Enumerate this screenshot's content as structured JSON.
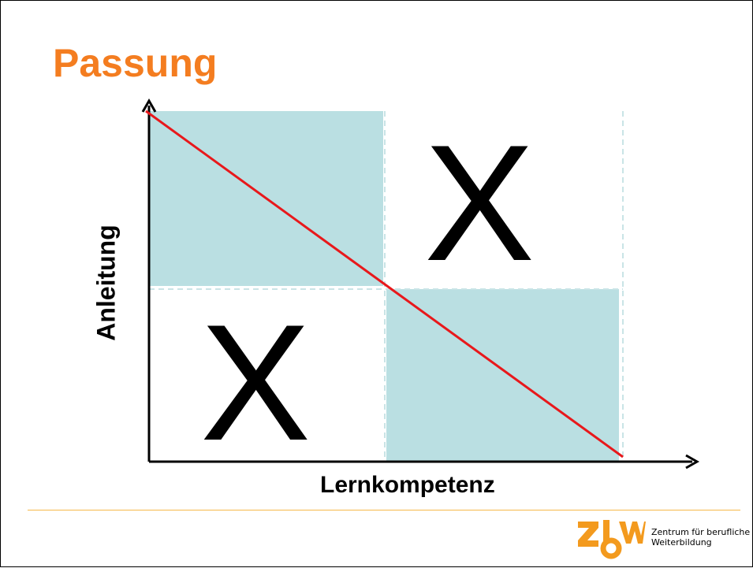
{
  "title": "Passung",
  "axis": {
    "y_label": "Anleitung",
    "x_label": "Lernkompetenz"
  },
  "quadrant_marks": {
    "top_right": "X",
    "bottom_left": "X"
  },
  "colors": {
    "title": "#f47d20",
    "quadrant_fill": "#badfe2",
    "diagonal_line": "#e8181b",
    "separator": "#f5b84a",
    "logo_orange": "#f39a1e"
  },
  "logo": {
    "icon": "zbw-logo-icon",
    "org_name_line1": "Zentrum für berufliche",
    "org_name_line2": "Weiterbildung"
  }
}
